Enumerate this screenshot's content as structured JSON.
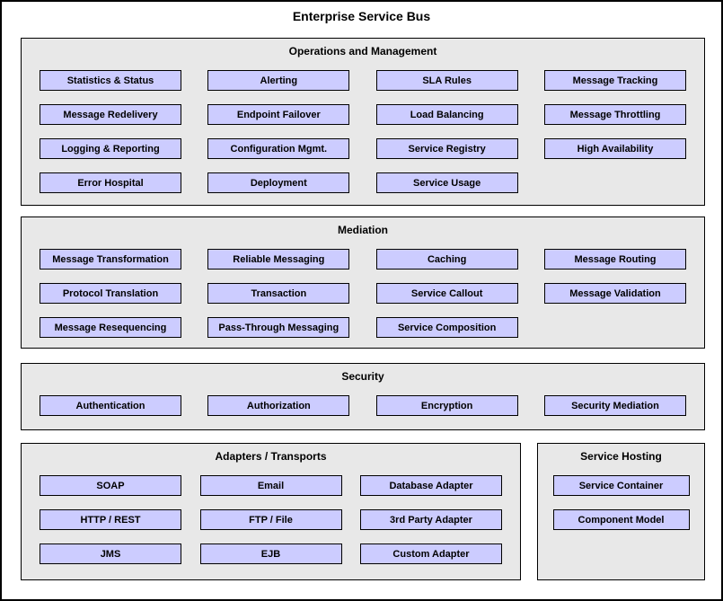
{
  "title": "Enterprise Service Bus",
  "colors": {
    "item_background": "#ccccff",
    "section_background": "#e8e8e8",
    "border": "#000000"
  },
  "sections": {
    "operations": {
      "title": "Operations and Management",
      "items": [
        "Statistics & Status",
        "Alerting",
        "SLA Rules",
        "Message Tracking",
        "Message Redelivery",
        "Endpoint Failover",
        "Load Balancing",
        "Message Throttling",
        "Logging & Reporting",
        "Configuration Mgmt.",
        "Service Registry",
        "High Availability",
        "Error Hospital",
        "Deployment",
        "Service Usage"
      ]
    },
    "mediation": {
      "title": "Mediation",
      "items": [
        "Message Transformation",
        "Reliable Messaging",
        "Caching",
        "Message Routing",
        "Protocol Translation",
        "Transaction",
        "Service Callout",
        "Message Validation",
        "Message Resequencing",
        "Pass-Through Messaging",
        "Service Composition"
      ]
    },
    "security": {
      "title": "Security",
      "items": [
        "Authentication",
        "Authorization",
        "Encryption",
        "Security Mediation"
      ]
    },
    "adapters": {
      "title": "Adapters / Transports",
      "items": [
        "SOAP",
        "Email",
        "Database Adapter",
        "HTTP / REST",
        "FTP / File",
        "3rd Party Adapter",
        "JMS",
        "EJB",
        "Custom Adapter"
      ]
    },
    "hosting": {
      "title": "Service Hosting",
      "items": [
        "Service Container",
        "Component Model"
      ]
    }
  }
}
